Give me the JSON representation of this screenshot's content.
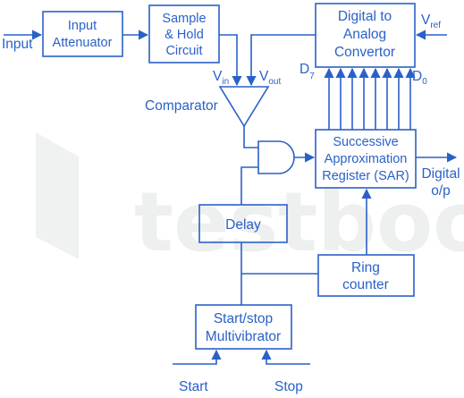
{
  "input_label": "Input",
  "blocks": {
    "attenuator": [
      "Input",
      "Attenuator"
    ],
    "sample_hold": [
      "Sample",
      "& Hold",
      "Circuit"
    ],
    "dac": [
      "Digital to",
      "Analog",
      "Convertor"
    ],
    "sar": [
      "Successive",
      "Approximation",
      "Register (SAR)"
    ],
    "delay": [
      "Delay"
    ],
    "ring": [
      "Ring",
      "counter"
    ],
    "multivibrator": [
      "Start/stop",
      "Multivibrator"
    ]
  },
  "comparator": {
    "label": "Comparator",
    "vin": "V",
    "vin_sub": "in",
    "vout": "V",
    "vout_sub": "out"
  },
  "dac_signals": {
    "vref": "V",
    "vref_sub": "ref",
    "d7": "D",
    "d7_sub": "7",
    "d0": "D",
    "d0_sub": "0"
  },
  "output_label": [
    "Digital",
    "o/p"
  ],
  "start_label": "Start",
  "stop_label": "Stop",
  "watermark": "testbook"
}
